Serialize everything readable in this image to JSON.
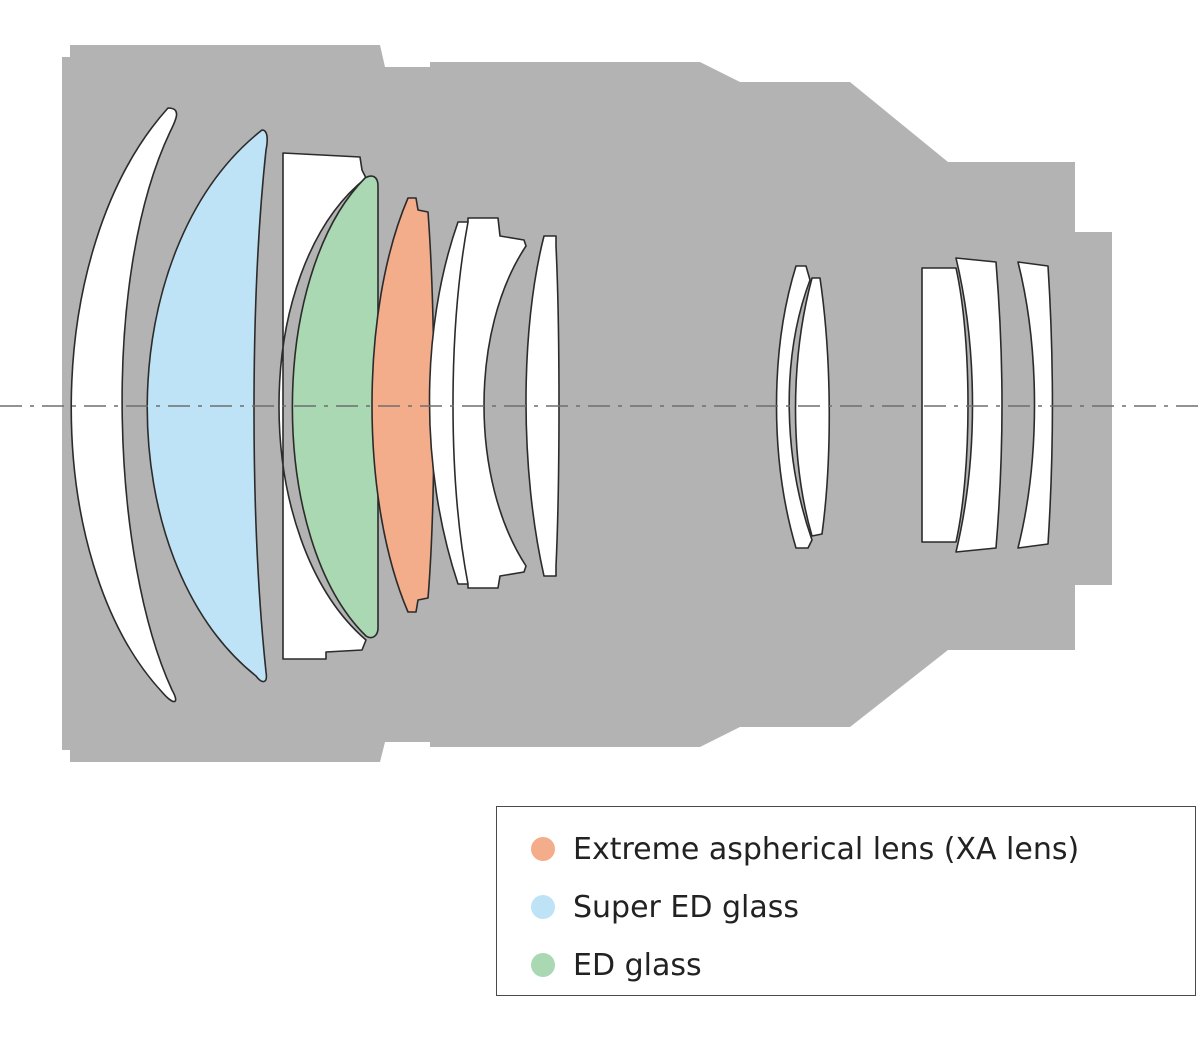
{
  "colors": {
    "barrel": "#b3b3b3",
    "element_fill": "#ffffff",
    "element_stroke": "#2b2b2b",
    "axis": "#6e6e6e",
    "xa_lens": "#f3ad8a",
    "super_ed_glass": "#bfe3f6",
    "ed_glass": "#a9d8b2"
  },
  "legend": {
    "items": [
      {
        "label": "Extreme aspherical lens (XA lens)",
        "color": "#f3ad8a"
      },
      {
        "label": "Super ED glass",
        "color": "#bfe3f6"
      },
      {
        "label": "ED glass",
        "color": "#a9d8b2"
      }
    ]
  }
}
